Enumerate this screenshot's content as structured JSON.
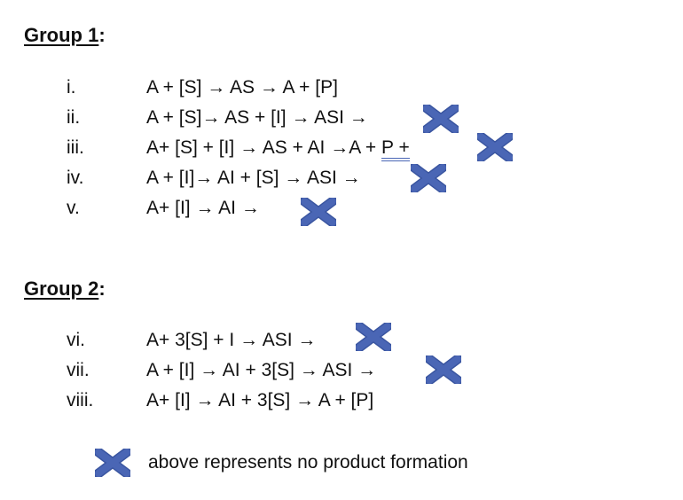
{
  "groups": [
    {
      "label": "Group 1",
      "suffix": ":",
      "rows": [
        {
          "numeral": "i.",
          "parts": [
            "A + [S] ",
            "→",
            " AS ",
            "→",
            " A + [P]"
          ]
        },
        {
          "numeral": "ii.",
          "parts": [
            "A + [S]",
            "→",
            " AS + [I] ",
            "→",
            " ASI ",
            "→"
          ]
        },
        {
          "numeral": "iii.",
          "parts": [
            "A+ [S] + [I] ",
            "→",
            " AS + AI ",
            "→",
            "A + "
          ],
          "tail": "P  +"
        },
        {
          "numeral": "iv.",
          "parts": [
            "A + [I]",
            "→",
            " AI + [S] ",
            "→",
            " ASI ",
            "→"
          ]
        },
        {
          "numeral": "v.",
          "parts": [
            "A+ [I] ",
            "→",
            " AI ",
            "→"
          ]
        }
      ]
    },
    {
      "label": "Group 2",
      "suffix": ":",
      "rows": [
        {
          "numeral": "vi.",
          "parts": [
            "A+ 3[S] + I ",
            "→",
            " ASI ",
            "→"
          ]
        },
        {
          "numeral": "vii.",
          "parts": [
            "A + [I] ",
            "→",
            " AI + 3[S] ",
            "→",
            " ASI ",
            "→"
          ]
        },
        {
          "numeral": "viii.",
          "parts": [
            "A+ [I] ",
            "→",
            " AI + 3[S] ",
            "→",
            " A + [P]"
          ]
        }
      ]
    }
  ],
  "legend": {
    "icon": "x-mark-icon",
    "text": "above represents no product formation"
  },
  "colors": {
    "x_mark": "#4a66b5",
    "x_mark_stroke": "#3a55a0",
    "text": "#111111"
  }
}
